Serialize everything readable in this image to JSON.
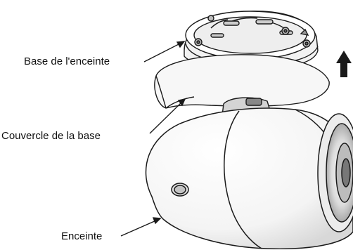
{
  "labels": {
    "base": "Base de l'enceinte",
    "cover": "Couvercle de la base",
    "speaker": "Enceinte"
  },
  "colors": {
    "line": "#1a1a1a",
    "fill": "#ffffff",
    "shade": "#e6e6e6",
    "dark": "#555555"
  },
  "icons": {
    "up_arrow": "up-arrow-icon"
  }
}
